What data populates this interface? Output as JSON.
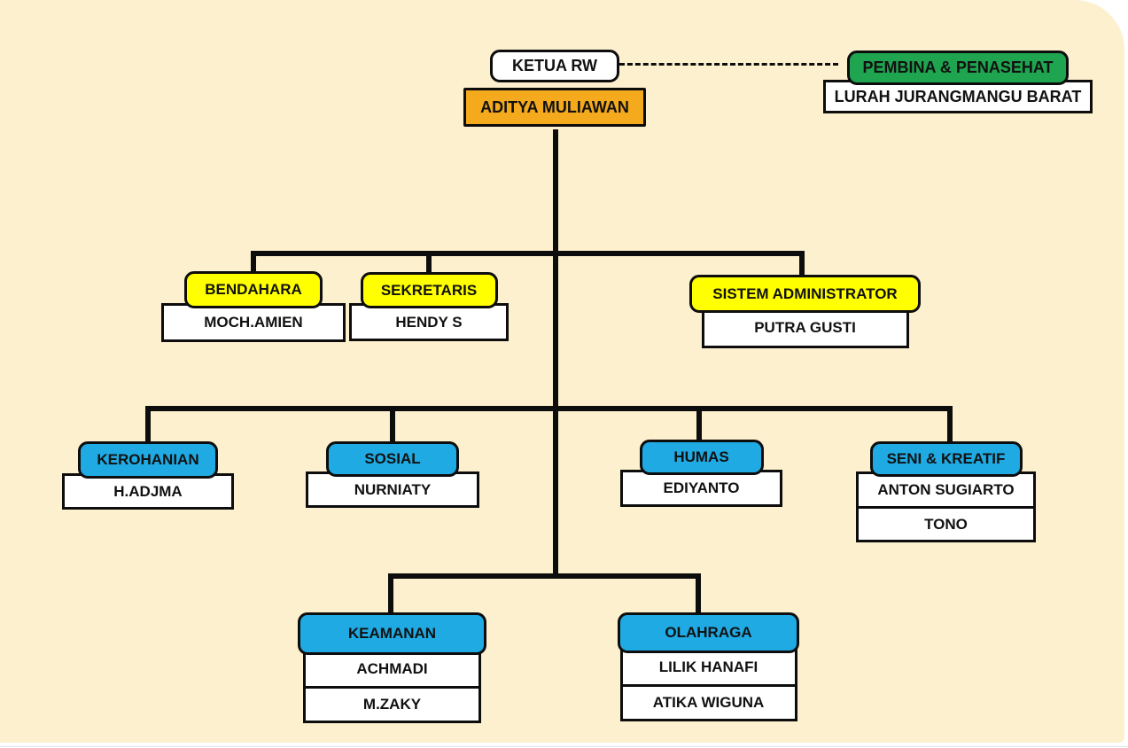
{
  "page": {
    "background_color": "#FDF0CE",
    "outer_background": "#ffffff",
    "type": "organization-chart"
  },
  "colors": {
    "cream_background": "#FDF0CE",
    "orange": "#F5A91D",
    "yellow": "#FFFF00",
    "green": "#1FA44F",
    "blue": "#1FAAE3",
    "box_white": "#FFFFFF",
    "line_black": "#0d0d0d"
  },
  "org": {
    "nodes": [
      {
        "id": "ketua-rw",
        "role": "KETUA RW",
        "names": [
          "ADITYA MULIAWAN"
        ],
        "role_color": "#FFFFFF",
        "name_color": "#F5A91D",
        "reports_to": null,
        "connection": "solid-trunk"
      },
      {
        "id": "pembina-penasehat",
        "role": "PEMBINA & PENASEHAT",
        "names": [
          "LURAH JURANGMANGU BARAT"
        ],
        "role_color": "#1FA44F",
        "name_color": "#FFFFFF",
        "reports_to": "ketua-rw",
        "connection": "dashed"
      },
      {
        "id": "bendahara",
        "role": "BENDAHARA",
        "names": [
          "MOCH.AMIEN"
        ],
        "role_color": "#FFFF00",
        "name_color": "#FFFFFF",
        "reports_to": "ketua-rw",
        "connection": "solid"
      },
      {
        "id": "sekretaris",
        "role": "SEKRETARIS",
        "names": [
          "HENDY S"
        ],
        "role_color": "#FFFF00",
        "name_color": "#FFFFFF",
        "reports_to": "ketua-rw",
        "connection": "solid"
      },
      {
        "id": "sistem-administrator",
        "role": "SISTEM ADMINISTRATOR",
        "names": [
          "PUTRA GUSTI"
        ],
        "role_color": "#FFFF00",
        "name_color": "#FFFFFF",
        "reports_to": "ketua-rw",
        "connection": "solid"
      },
      {
        "id": "kerohanian",
        "role": "KEROHANIAN",
        "names": [
          "H.ADJMA"
        ],
        "role_color": "#1FAAE3",
        "name_color": "#FFFFFF",
        "reports_to": "ketua-rw",
        "connection": "solid"
      },
      {
        "id": "sosial",
        "role": "SOSIAL",
        "names": [
          "NURNIATY"
        ],
        "role_color": "#1FAAE3",
        "name_color": "#FFFFFF",
        "reports_to": "ketua-rw",
        "connection": "solid"
      },
      {
        "id": "humas",
        "role": "HUMAS",
        "names": [
          "EDIYANTO"
        ],
        "role_color": "#1FAAE3",
        "name_color": "#FFFFFF",
        "reports_to": "ketua-rw",
        "connection": "solid"
      },
      {
        "id": "seni-kreatif",
        "role": "SENI & KREATIF",
        "names": [
          "ANTON SUGIARTO",
          "TONO"
        ],
        "role_color": "#1FAAE3",
        "name_color": "#FFFFFF",
        "reports_to": "ketua-rw",
        "connection": "solid"
      },
      {
        "id": "keamanan",
        "role": "KEAMANAN",
        "names": [
          "ACHMADI",
          "M.ZAKY"
        ],
        "role_color": "#1FAAE3",
        "name_color": "#FFFFFF",
        "reports_to": "ketua-rw",
        "connection": "solid"
      },
      {
        "id": "olahraga",
        "role": "OLAHRAGA",
        "names": [
          "LILIK HANAFI",
          "ATIKA WIGUNA"
        ],
        "role_color": "#1FAAE3",
        "name_color": "#FFFFFF",
        "reports_to": "ketua-rw",
        "connection": "solid"
      }
    ]
  }
}
